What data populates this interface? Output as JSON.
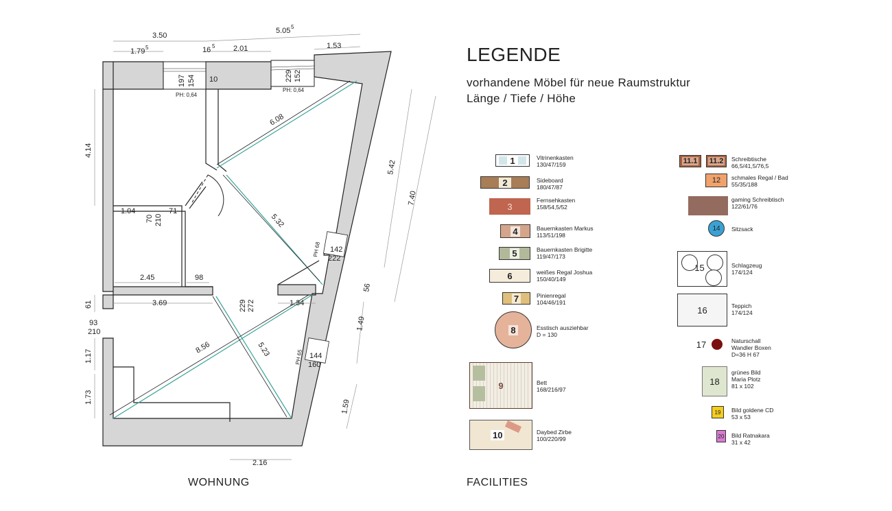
{
  "plan": {
    "caption": "WOHNUNG",
    "dims_top": {
      "d350": "3.50",
      "d505": "5.05",
      "d505_sup": "5",
      "d179": "1.79",
      "d179_sup": "5",
      "d16": "16",
      "d16_sup": "5",
      "d201": "2.01",
      "d153": "1.53"
    },
    "windows": {
      "w1_a": "197",
      "w1_b": "154",
      "w1_ph": "PH: 0,64",
      "w1_wall": "10",
      "w2_a": "229",
      "w2_b": "152",
      "w2_ph": "PH: 0,64"
    },
    "dims_left": {
      "d414": "4.14",
      "d61": "61",
      "d93": "93",
      "d210": "210",
      "d117": "1.17",
      "d173": "1.73"
    },
    "dims_right": {
      "d542": "5.42",
      "d740": "7.40",
      "d56": "56",
      "d149": "1.49",
      "d159": "1.59",
      "w3_ph": "PH 68",
      "w3_a": "142",
      "w3_b": "222",
      "w4_ph": "PH 65",
      "w4_a": "144",
      "w4_b": "160"
    },
    "dims_inner": {
      "d104": "1.04",
      "d70": "70",
      "d210b": "210",
      "d71": "71",
      "d245": "2.45",
      "d98": "98",
      "d369": "3.69",
      "d229": "229",
      "d272": "272",
      "d134": "1.34",
      "d608": "6.08",
      "d532": "5.32",
      "d856": "8.56",
      "d523": "5.23",
      "d216": "2.16"
    }
  },
  "legend": {
    "title": "LEGENDE",
    "subtitle1": "vorhandene Möbel für neue Raumstruktur",
    "subtitle2": "Länge / Tiefe / Höhe",
    "caption": "FACILITIES",
    "items": [
      {
        "num": "1",
        "name": "Vitrinenkasten",
        "dims": "130/47/159",
        "color": "#d3e6ec"
      },
      {
        "num": "2",
        "name": "Sideboard",
        "dims": "180/47/87",
        "color": "#a87e57"
      },
      {
        "num": "3",
        "name": "Fernsehkasten",
        "dims": "158/54,5/52",
        "color": "#c0654f"
      },
      {
        "num": "4",
        "name": "Bauernkasten Markus",
        "dims": "113/51/198",
        "color": "#d4a48b"
      },
      {
        "num": "5",
        "name": "Bauernkasten Brigitte",
        "dims": "119/47/173",
        "color": "#b2b89a"
      },
      {
        "num": "6",
        "name": "weißes Regal Joshua",
        "dims": "150/40/149",
        "color": "#f6ecdc"
      },
      {
        "num": "7",
        "name": "Pinienregal",
        "dims": "104/46/191",
        "color": "#dfbf7c"
      },
      {
        "num": "8",
        "name": "Esstisch ausziehbar",
        "dims": "D = 130",
        "color": "#e5b39a"
      },
      {
        "num": "9",
        "name": "Bett",
        "dims": "168/216/97",
        "color": "#f3eee4"
      },
      {
        "num": "10",
        "name": "Daybed Zirbe",
        "dims": "100/220/99",
        "color": "#f1e6d1"
      },
      {
        "num": "11.1",
        "num2": "11.2",
        "name": "Schreibtische",
        "dims": "66,5/41,5/76,5",
        "color": "#a5603f"
      },
      {
        "num": "12",
        "name": "schmales Regal / Bad",
        "dims": "55/35/188",
        "color": "#efa26b"
      },
      {
        "num": "",
        "name": "gaming Schreibtisch",
        "dims": "122/61/76",
        "color": "#946b5f"
      },
      {
        "num": "14",
        "name": "Sitzsack",
        "dims": "",
        "color": "#3aa1d4"
      },
      {
        "num": "15",
        "name": "Schlagzeug",
        "dims": "174/124",
        "color": "#ffffff"
      },
      {
        "num": "16",
        "name": "Teppich",
        "dims": "174/124",
        "color": "#f5f5f5"
      },
      {
        "num": "17",
        "name": "Naturschall",
        "name2": "Wandler Boxen",
        "dims": "D=36  H 67",
        "color": "#7b1010"
      },
      {
        "num": "18",
        "name": "grünes Bild",
        "name2": "Maria Plotz",
        "dims": "81 x 102",
        "color": "#dfe6cf"
      },
      {
        "num": "19",
        "name": "Bild goldene CD",
        "dims": "53 x 53",
        "color": "#f4cd1e"
      },
      {
        "num": "20",
        "name": "Bild Ratnakara",
        "dims": "31 x 42",
        "color": "#d87ad2"
      }
    ]
  }
}
